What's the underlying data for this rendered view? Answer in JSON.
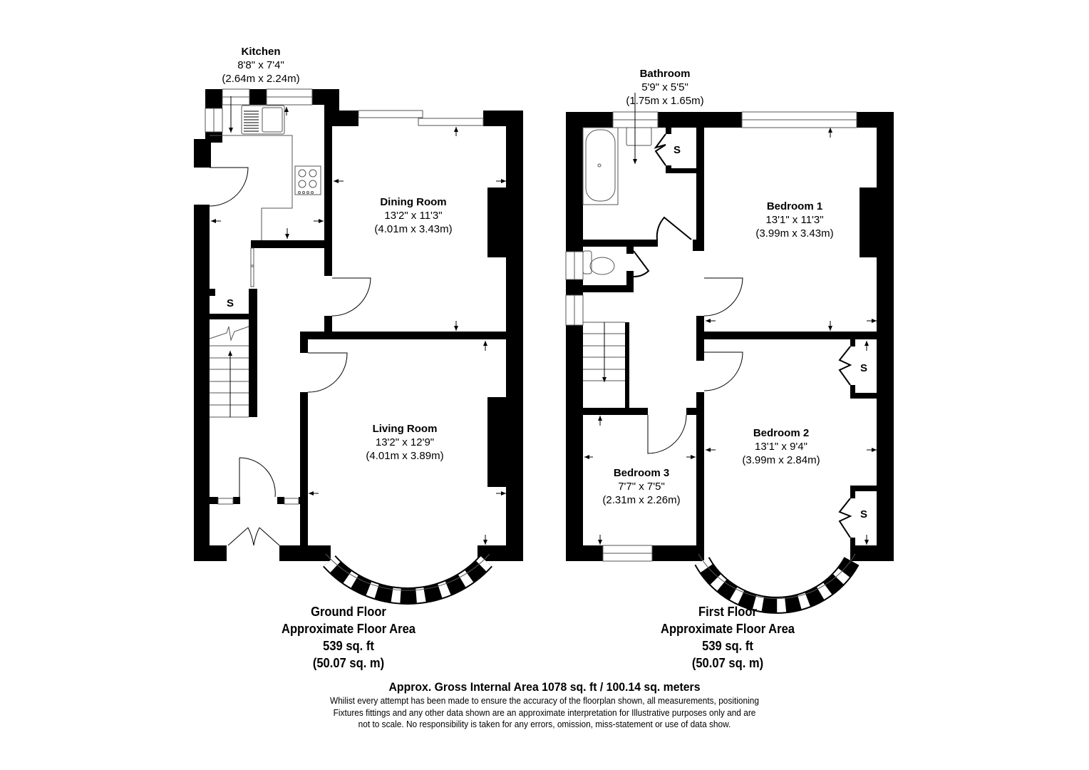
{
  "ground_floor": {
    "title": "Ground Floor",
    "area_label": "Approximate Floor Area",
    "area_sqft": "539 sq. ft",
    "area_sqm": "(50.07 sq. m)",
    "rooms": [
      {
        "name": "Kitchen",
        "imperial": "8'8\" x 7'4\"",
        "metric": "(2.64m x 2.24m)"
      },
      {
        "name": "Dining Room",
        "imperial": "13'2\" x 11'3\"",
        "metric": "(4.01m x 3.43m)"
      },
      {
        "name": "Living Room",
        "imperial": "13'2\" x 12'9\"",
        "metric": "(4.01m x 3.89m)"
      }
    ],
    "storage_label": "S"
  },
  "first_floor": {
    "title": "First Floor",
    "area_label": "Approximate Floor Area",
    "area_sqft": "539 sq. ft",
    "area_sqm": "(50.07 sq. m)",
    "rooms": [
      {
        "name": "Bathroom",
        "imperial": "5'9\" x 5'5\"",
        "metric": "(1.75m x 1.65m)"
      },
      {
        "name": "Bedroom 1",
        "imperial": "13'1\" x 11'3\"",
        "metric": "(3.99m x 3.43m)"
      },
      {
        "name": "Bedroom 2",
        "imperial": "13'1\" x 9'4\"",
        "metric": "(3.99m x 2.84m)"
      },
      {
        "name": "Bedroom 3",
        "imperial": "7'7\" x 7'5\"",
        "metric": "(2.31m x 2.26m)"
      }
    ],
    "storage_label": "S"
  },
  "footer": {
    "gross_area": "Approx. Gross Internal Area 1078 sq. ft / 100.14 sq. meters",
    "disclaimer_lines": [
      "Whilist every attempt has been made to ensure the accuracy of the floorplan shown, all measurements, positioning",
      "Fixtures fittings and any other data shown are an approximate interpretation for Illustrative purposes only  and are",
      "not to scale. No responsibility is taken for any errors, omission, miss-statement or use of data show."
    ]
  },
  "colors": {
    "wall": "#000000",
    "background": "#ffffff",
    "fixture_line": "#555555"
  }
}
